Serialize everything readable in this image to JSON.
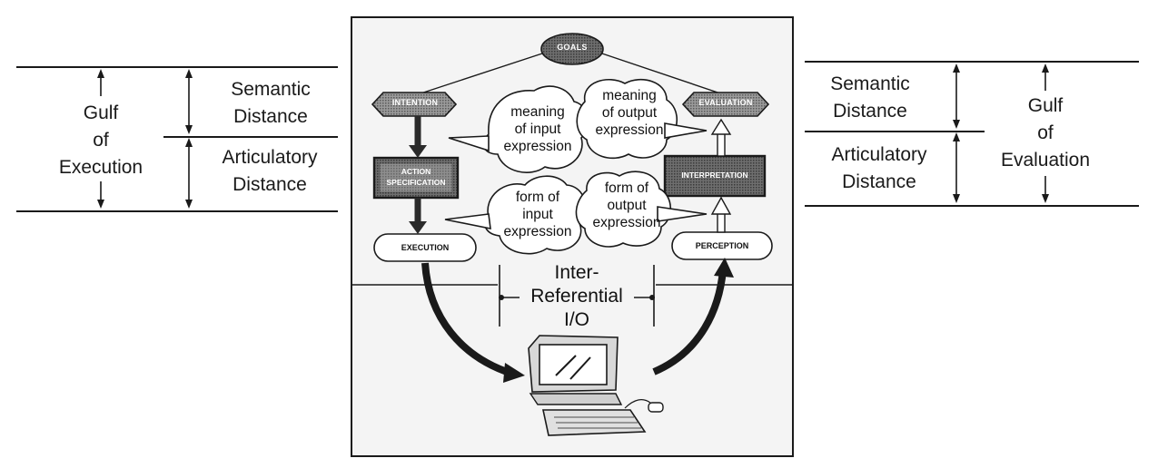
{
  "left": {
    "gulf": [
      "Gulf",
      "of",
      "Execution"
    ],
    "semantic": [
      "Semantic",
      "Distance"
    ],
    "articulatory": [
      "Articulatory",
      "Distance"
    ]
  },
  "right": {
    "gulf": [
      "Gulf",
      "of",
      "Evaluation"
    ],
    "semantic": [
      "Semantic",
      "Distance"
    ],
    "articulatory": [
      "Articulatory",
      "Distance"
    ]
  },
  "nodes": {
    "goals": "GOALS",
    "intention": "INTENTION",
    "evaluation": "EVALUATION",
    "action_spec": [
      "ACTION",
      "SPECIFICATION"
    ],
    "interpretation": "INTERPRETATION",
    "execution": "EXECUTION",
    "perception": "PERCEPTION"
  },
  "bubbles": {
    "meaning_input": [
      "meaning",
      "of input",
      "expression"
    ],
    "meaning_output": [
      "meaning",
      "of output",
      "expression"
    ],
    "form_input": [
      "form of",
      "input",
      "expression"
    ],
    "form_output": [
      "form of",
      "output",
      "expression"
    ]
  },
  "center": [
    "Inter-",
    "Referential",
    "I/O"
  ]
}
